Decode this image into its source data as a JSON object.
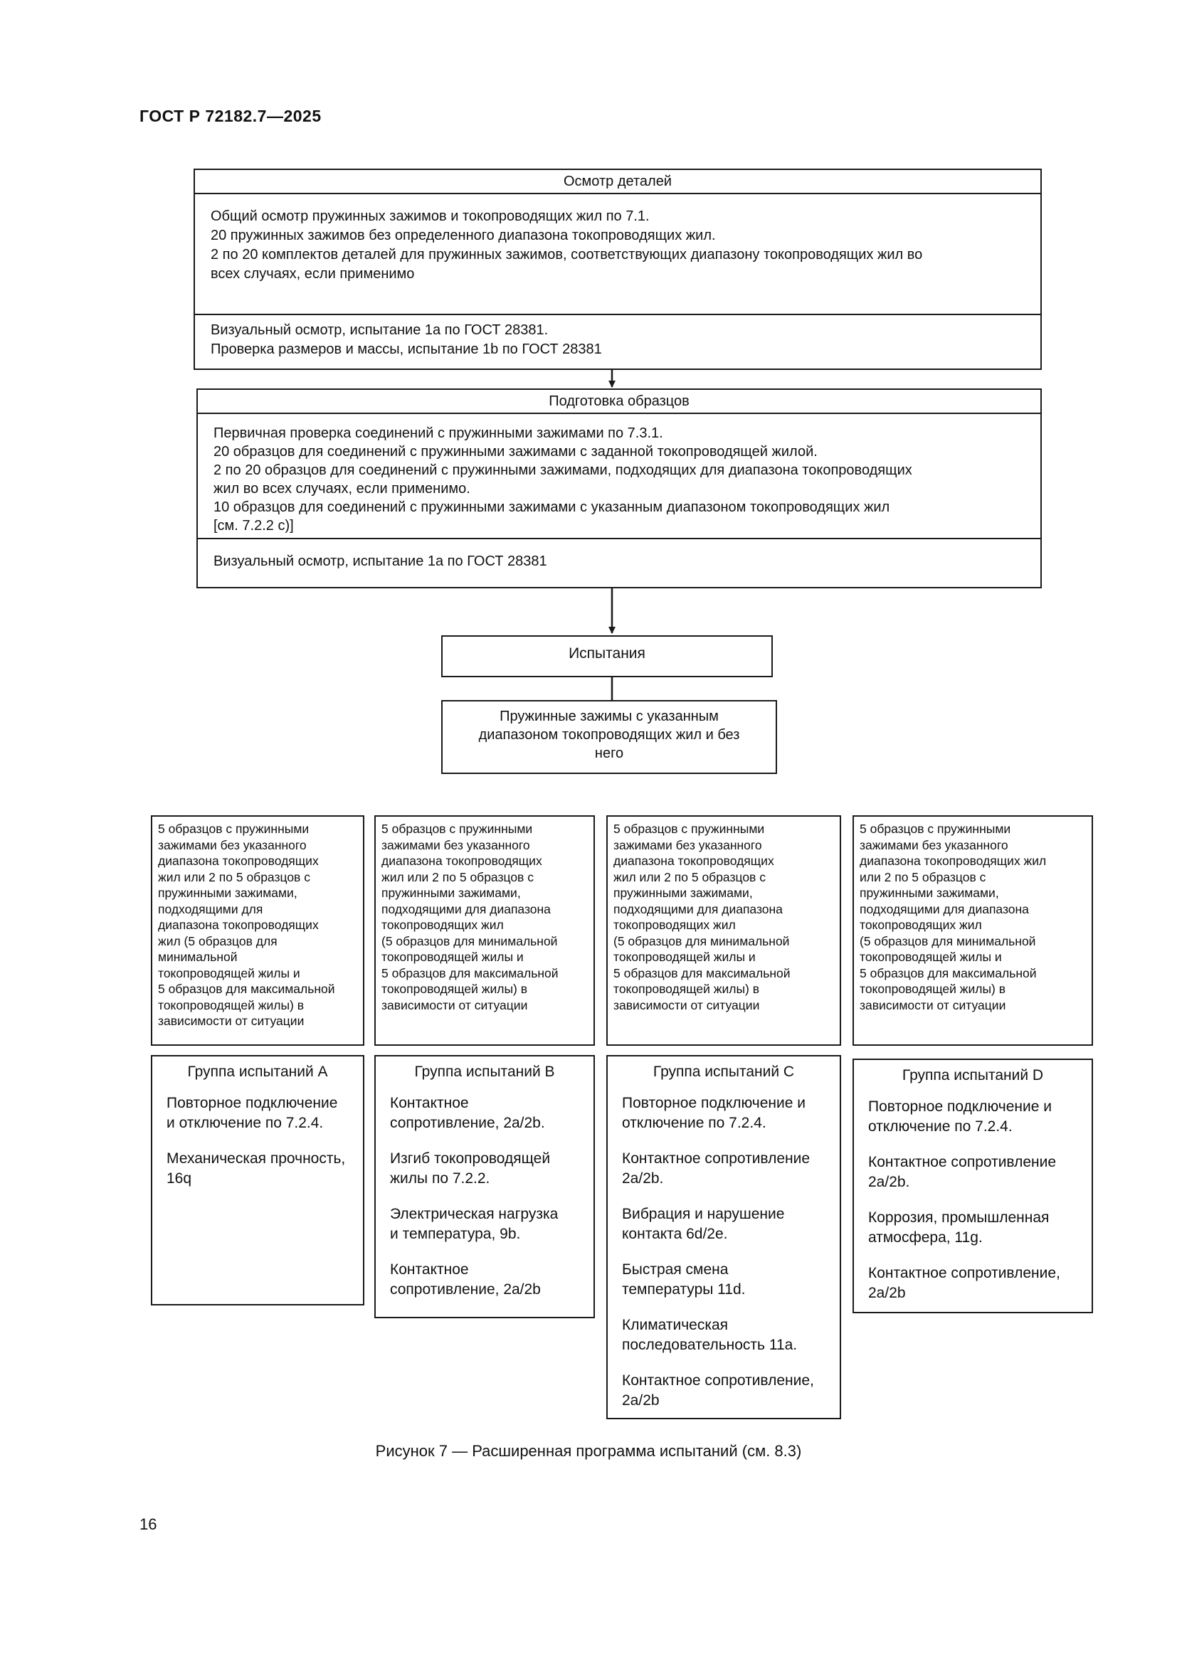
{
  "header": {
    "doc_id": "ГОСТ Р 72182.7—2025"
  },
  "inspection": {
    "title": "Осмотр деталей",
    "lines": [
      "Общий осмотр пружинных зажимов и токопроводящих жил по 7.1.",
      "20 пружинных зажимов без определенного диапазона токопроводящих жил.",
      "2 по 20 комплектов деталей для пружинных зажимов, соответствующих диапазону токопроводящих жил во",
      "всех случаях, если применимо"
    ],
    "checks": [
      "Визуальный осмотр, испытание 1a по ГОСТ 28381.",
      "Проверка размеров и массы, испытание 1b по ГОСТ 28381"
    ]
  },
  "preparation": {
    "title": "Подготовка образцов",
    "lines": [
      "Первичная проверка соединений с пружинными зажимами по 7.3.1.",
      "20 образцов для соединений с пружинными зажимами с заданной токопроводящей жилой.",
      "2 по 20 образцов для соединений с пружинными зажимами, подходящих для диапазона токопроводящих",
      "жил во всех случаях, если применимо.",
      "10 образцов для соединений с пружинными зажимами с указанным диапазоном токопроводящих жил",
      "[см. 7.2.2 c)]"
    ],
    "checks": [
      "Визуальный осмотр, испытание 1a по ГОСТ 28381"
    ]
  },
  "tests": {
    "label": "Испытания"
  },
  "clamps": {
    "lines": [
      "Пружинные зажимы с указанным",
      "диапазоном токопроводящих жил и без",
      "него"
    ]
  },
  "samples": [
    {
      "lines": [
        "5 образцов с пружинными",
        "зажимами без указанного",
        "диапазона токопроводящих",
        "жил или 2 по 5 образцов с",
        "пружинными  зажимами,",
        "подходящими для",
        "диапазона токопроводящих",
        "жил (5 образцов для",
        "минимальной",
        "токопроводящей жилы и",
        "5 образцов для максимальной",
        "токопроводящей жилы) в",
        "зависимости от ситуации"
      ]
    },
    {
      "lines": [
        "5 образцов с пружинными",
        "зажимами  без указанного",
        "диапазона  токопроводящих",
        "жил или 2 по 5 образцов с",
        "пружинными зажимами,",
        "подходящими для диапазона",
        "токопроводящих жил",
        "(5 образцов для минимальной",
        "токопроводящей жилы и",
        "5 образцов для максимальной",
        "токопроводящей жилы) в",
        "зависимости от ситуации"
      ]
    },
    {
      "lines": [
        "5 образцов с пружинными",
        "зажимами без указанного",
        "диапазона токопроводящих",
        "жил или 2 по 5 образцов с",
        "пружинными зажимами,",
        "подходящими для диапазона",
        "токопроводящих жил",
        "(5 образцов для минимальной",
        "токопроводящей жилы и",
        "5 образцов для максимальной",
        "токопроводящей жилы) в",
        "зависимости от ситуации"
      ]
    },
    {
      "lines": [
        "5 образцов с пружинными",
        "зажимами без указанного",
        "диапазона токопроводящих жил",
        "или 2 по 5 образцов  с",
        "пружинными зажимами,",
        "подходящими для диапазона",
        "токопроводящих жил",
        "(5 образцов для минимальной",
        "токопроводящей жилы  и",
        "5 образцов для максимальной",
        "токопроводящей жилы) в",
        "зависимости от ситуации"
      ]
    }
  ],
  "groups": [
    {
      "title": "Группа испытаний А",
      "items": [
        [
          "Повторное подключение",
          "и отключение по 7.2.4."
        ],
        [
          "Механическая прочность,",
          "16q"
        ]
      ]
    },
    {
      "title": "Группа испытаний В",
      "items": [
        [
          "Контактное",
          "сопротивление, 2a/2b."
        ],
        [
          "Изгиб токопроводящей",
          "жилы по 7.2.2."
        ],
        [
          "Электрическая нагрузка",
          "и температура, 9b."
        ],
        [
          "Контактное",
          "сопротивление, 2a/2b"
        ]
      ]
    },
    {
      "title": "Группа испытаний С",
      "items": [
        [
          "Повторное подключение и",
          "отключение по 7.2.4."
        ],
        [
          "Контактное сопротивление",
          "2a/2b."
        ],
        [
          "Вибрация и нарушение",
          "контакта 6d/2e."
        ],
        [
          "Быстрая смена",
          "температуры 11d."
        ],
        [
          "Климатическая",
          "последовательность 11a."
        ],
        [
          "Контактное сопротивление,",
          "2a/2b"
        ]
      ]
    },
    {
      "title": "Группа испытаний D",
      "items": [
        [
          "Повторное подключение и",
          "отключение по 7.2.4."
        ],
        [
          "Контактное сопротивление",
          "2a/2b."
        ],
        [
          "Коррозия, промышленная",
          "атмосфера, 11g."
        ],
        [
          "Контактное сопротивление,",
          "2a/2b"
        ]
      ]
    }
  ],
  "caption": "Рисунок 7 — Расширенная программа испытаний (см. 8.3)",
  "page_number": "16"
}
